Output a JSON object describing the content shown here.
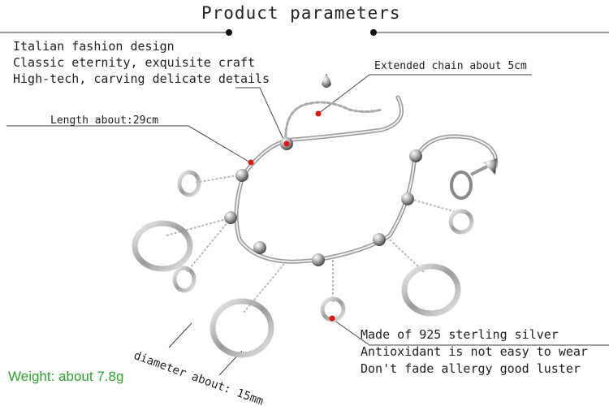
{
  "title": "Product parameters",
  "features": [
    "Italian fashion design",
    "Classic eternity, exquisite craft",
    "High-tech, carving delicate details"
  ],
  "callouts": {
    "extended_chain": "Extended chain about 5cm",
    "length": "Length about:29cm",
    "diameter": "diameter about: 15mm"
  },
  "material": [
    "Made of 925 sterling silver",
    "Antioxidant is not easy to wear",
    "Don't fade allergy good luster"
  ],
  "weight": "Weight: about 7.8g",
  "colors": {
    "weight_text": "#2aa52a",
    "marker_red": "#e01515",
    "silver": "#c8c8c8"
  }
}
